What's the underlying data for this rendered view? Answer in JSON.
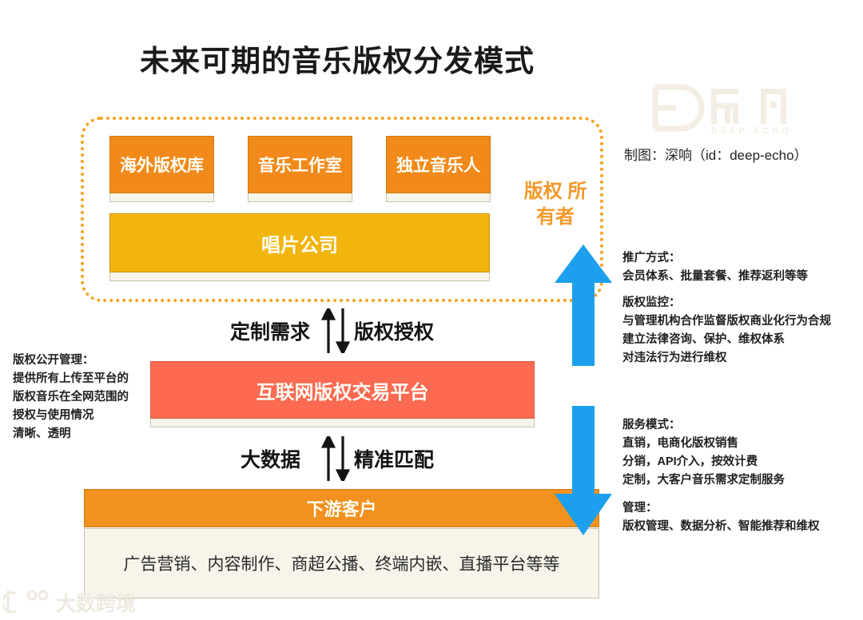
{
  "title": "未来可期的音乐版权分发模式",
  "brand": {
    "logo_name": "深响",
    "logo_subtitle": "DEEP ECHO",
    "credit": "制图：深响（id：deep-echo）",
    "logo_color": "#F3EDE4"
  },
  "colors": {
    "orange_source": "#F28A1B",
    "yellow_label": "#F2B50E",
    "red_platform": "#FB6A51",
    "orange_downstream": "#F2911D",
    "blue_arrow": "#1CA0EE",
    "dashed_border": "#F5A21E",
    "owner_tag": "#F3992A",
    "cream_base": "#F7F4EA"
  },
  "owner_group": {
    "tag": "版权\n所有者",
    "sources": [
      {
        "label": "海外版权库"
      },
      {
        "label": "音乐工作室"
      },
      {
        "label": "独立音乐人"
      }
    ],
    "label_company": "唱片公司"
  },
  "platform": {
    "label": "互联网版权交易平台"
  },
  "downstream": {
    "label": "下游客户",
    "detail": "广告营销、内容制作、商超公播、终端内嵌、直播平台等等"
  },
  "flows": {
    "top_left": "定制需求",
    "top_right": "版权授权",
    "bottom_left": "大数据",
    "bottom_right": "精准匹配"
  },
  "notes": {
    "left": "版权公开管理：\n提供所有上传至平台的\n版权音乐在全网范围的\n授权与使用情况\n清晰、透明",
    "promotion": "推广方式：\n会员体系、批量套餐、推荐返利等等",
    "monitoring": "版权监控：\n与管理机构合作监督版权商业化行为合规\n建立法律咨询、保护、维权体系\n对违法行为进行维权",
    "service": "服务模式：\n直销，电商化版权销售\n分销，API介入，按效计费\n定制，大客户音乐需求定制服务",
    "management": "管理：\n版权管理、数据分析、智能推荐和维权"
  },
  "bottom_watermark": {
    "text": "大数跨境"
  }
}
